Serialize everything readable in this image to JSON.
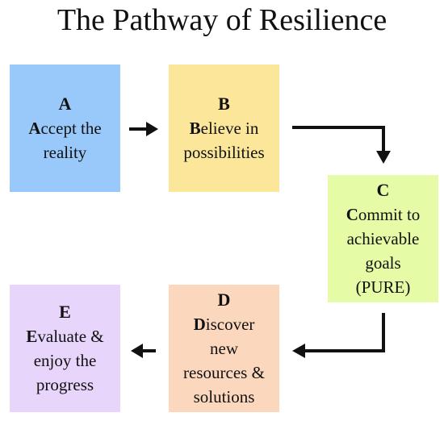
{
  "title": "The Pathway of Resilience",
  "steps": [
    {
      "letter": "A",
      "initial": "A",
      "line1_rest": "ccept the",
      "line2": "reality",
      "color": "#99c9fb"
    },
    {
      "letter": "B",
      "initial": "B",
      "line1_rest": "elieve in",
      "line2": "possibilities",
      "color": "#fbe69a"
    },
    {
      "letter": "C",
      "initial": "C",
      "line1_rest": "ommit to",
      "line2": "achievable",
      "line3": "goals",
      "line4": "(PURE)",
      "color": "#e5fba5"
    },
    {
      "letter": "D",
      "initial": "D",
      "line1_rest": "iscover",
      "line2": "new",
      "line3": "resources &",
      "line4": "solutions",
      "color": "#fbd8bd"
    },
    {
      "letter": "E",
      "initial": "E",
      "line1_rest": "valuate &",
      "line2": "enjoy the",
      "line3": "progress",
      "color": "#e7d5fb"
    }
  ],
  "colors": {
    "arrow": "#111111"
  }
}
